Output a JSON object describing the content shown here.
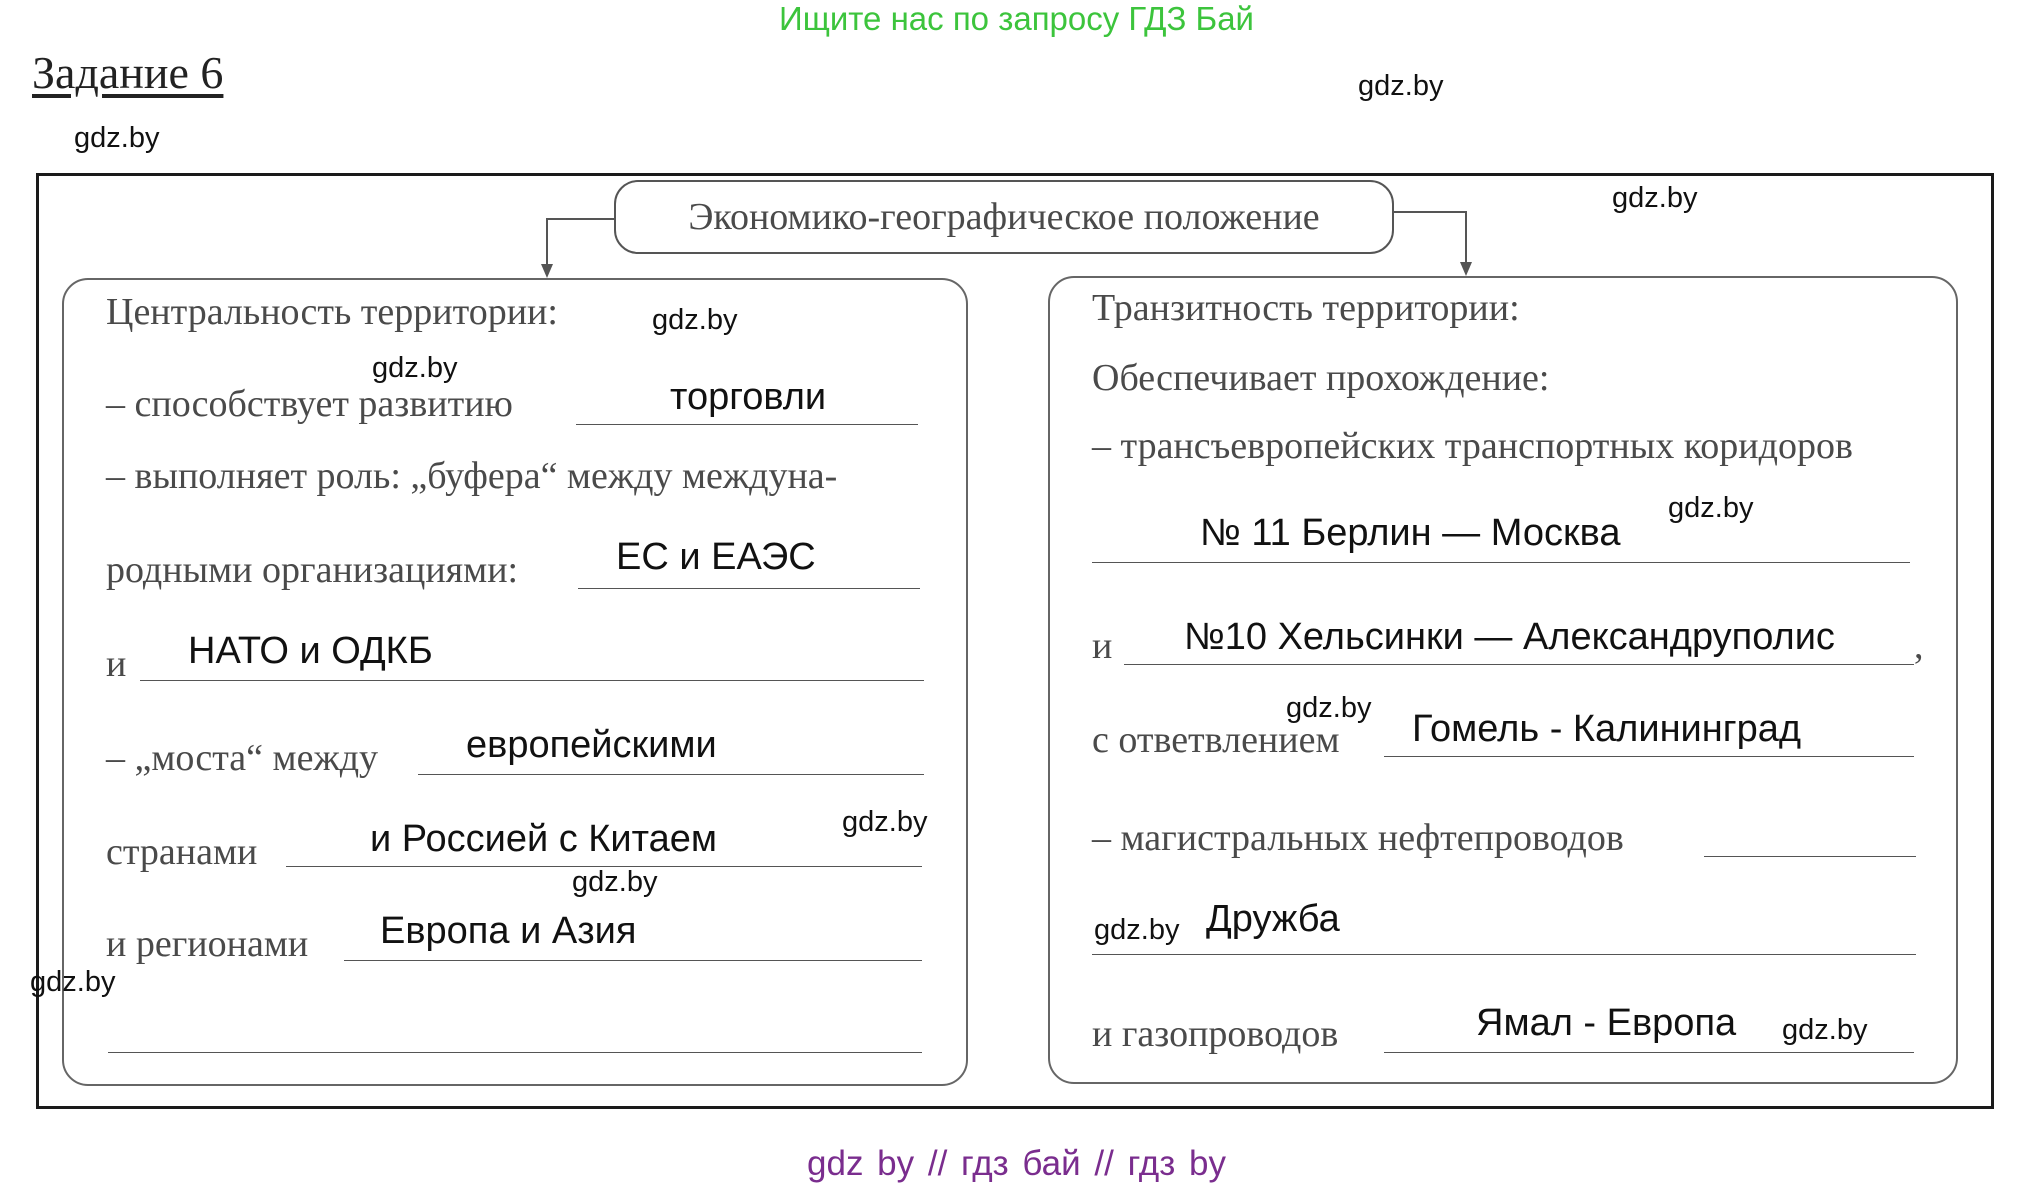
{
  "banner": "Ищите нас по запросу ГДЗ Бай",
  "task_title": "Задание 6",
  "header": "Экономико-географическое положение",
  "watermark": "gdz.by",
  "left": {
    "title": "Централь­ность территории:",
    "line1_prefix": "– способствует развитию",
    "line1_answer": "торговли",
    "line2": "– выполняет роль: „буфера“ между междуна-",
    "line3_prefix": "родными организациями:",
    "line3_answer": "ЕС и ЕАЭС",
    "line4_prefix": "и",
    "line4_answer": "НАТО и ОДКБ",
    "line5_prefix": "– „моста“ между",
    "line5_answer": "европейскими",
    "line6_prefix": "странами",
    "line6_answer": "и  Россией с Китаем",
    "line7_prefix": "и регионами",
    "line7_answer": "Европа и Азия"
  },
  "right": {
    "title": "Транзитность территории:",
    "line1": "Обеспечивает прохождение:",
    "line2": "– трансъевропейских транспортных коридоров",
    "line3_answer": "№ 11 Берлин — Москва",
    "line4_prefix": "и",
    "line4_answer": "№10 Хельсинки — Александруполис",
    "line4_suffix": ",",
    "line5_prefix": "с ответвлением",
    "line5_answer": "Гомель - Калининград",
    "line6": "– магистральных нефтепроводов",
    "line7_answer": "Дружба",
    "line8_prefix": "и газопроводов",
    "line8_answer": "Ямал - Европа"
  },
  "footer_links": "gdz by  //  гдз бай  //  гдз by"
}
